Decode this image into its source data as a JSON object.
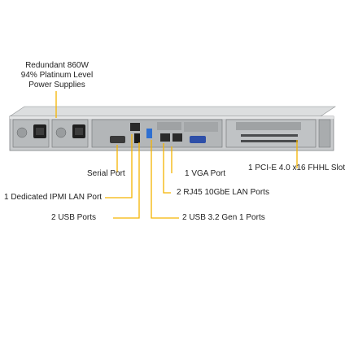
{
  "labels": {
    "power": [
      "Redundant 860W",
      "94% Platinum Level",
      "Power Supplies"
    ],
    "serial": "Serial Port",
    "ipmi": "1 Dedicated IPMI LAN Port",
    "usb2": "2 USB Ports",
    "vga": "1 VGA Port",
    "rj45": "2 RJ45 10GbE LAN Ports",
    "usb32": "2 USB 3.2 Gen 1 Ports",
    "pcie": "1 PCI-E 4.0 x16 FHHL Slot"
  },
  "colors": {
    "leader": "#f5b400",
    "chassis": "#c9cbcd",
    "chassis_dark": "#8e9193",
    "usb_blue": "#2e6fd1"
  }
}
